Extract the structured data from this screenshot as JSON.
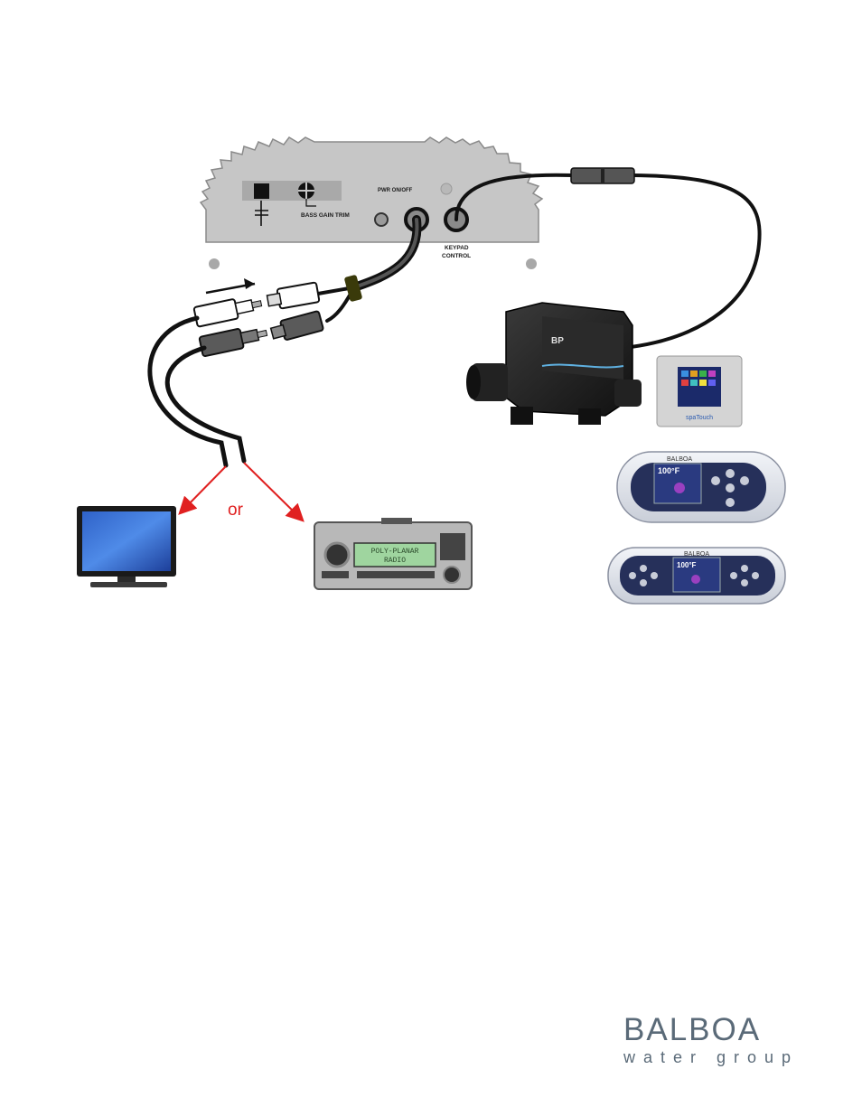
{
  "amplifier": {
    "power_label": "PWR ON/OFF",
    "trim_label": "BASS GAIN TRIM",
    "keypad_label_line1": "KEYPAD",
    "keypad_label_line2": "CONTROL"
  },
  "connector_text": "or",
  "spa_pack_badge": "BP",
  "spatouch_brand": "spaTouch",
  "panel_large": {
    "brand": "BALBOA",
    "temperature": "100°F"
  },
  "panel_small": {
    "brand": "BALBOA",
    "temperature": "100°F"
  },
  "stereo_display": {
    "line1": "POLY-PLANAR",
    "line2": "RADIO"
  },
  "logo": {
    "name": "BALBOA",
    "tagline": "water group"
  },
  "colors": {
    "arrow": "#e02020",
    "amp_body": "#c6c6c6",
    "cable": "#111111"
  }
}
